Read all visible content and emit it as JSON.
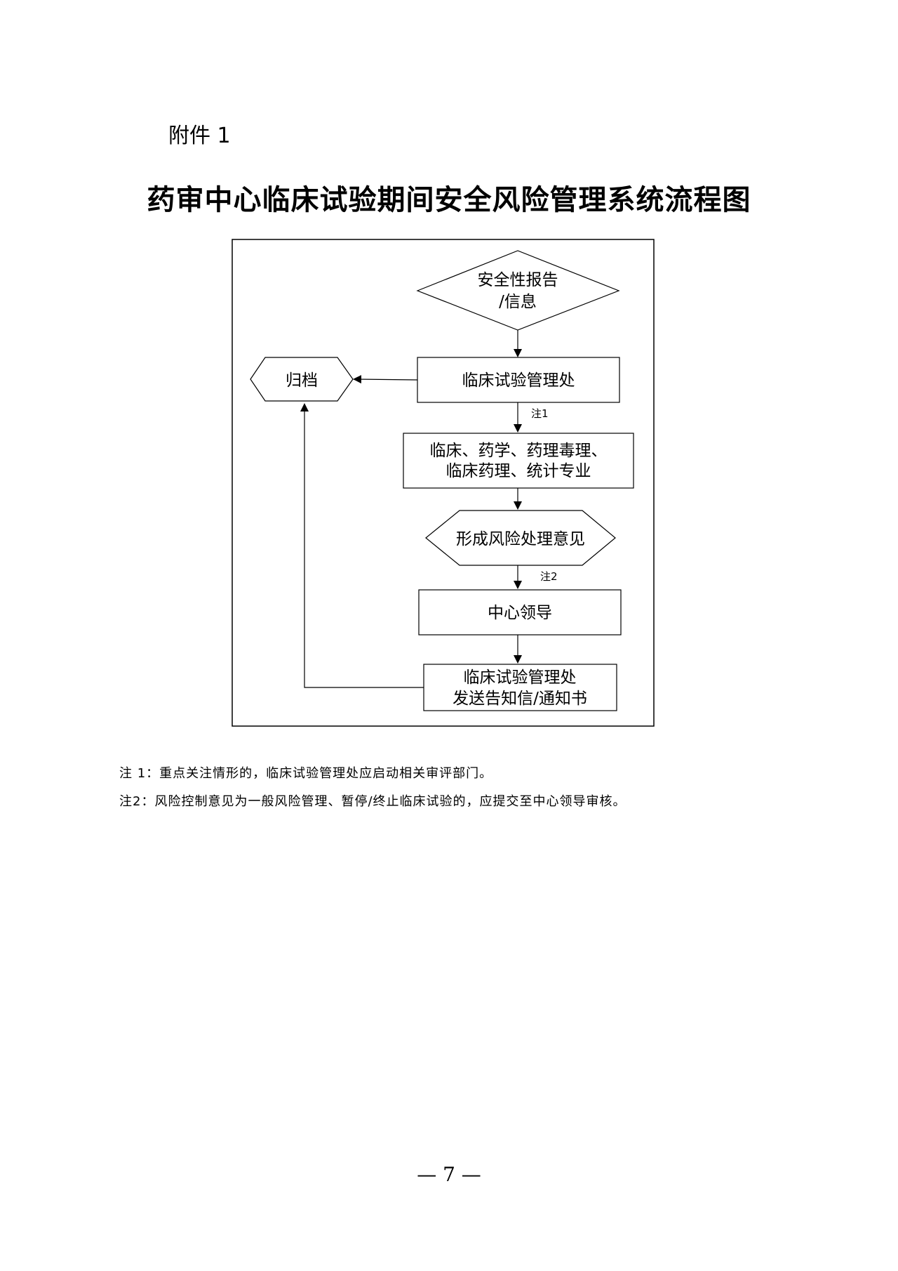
{
  "attachment_label": "附件 1",
  "title": "药审中心临床试验期间安全风险管理系统流程图",
  "flowchart": {
    "nodes": {
      "safety_report": [
        "安全性报告",
        "/信息"
      ],
      "clinical_trial_office": "临床试验管理处",
      "archive": "归档",
      "specialties": [
        "临床、药学、药理毒理、",
        "临床药理、统计专业"
      ],
      "risk_opinion": "形成风险处理意见",
      "center_leadership": "中心领导",
      "send_notice": [
        "临床试验管理处",
        "发送告知信/通知书"
      ]
    },
    "edge_labels": {
      "note1": "注1",
      "note2": "注2"
    }
  },
  "notes": [
    "注 1：重点关注情形的，临床试验管理处应启动相关审评部门。",
    "注2：风险控制意见为一般风险管理、暂停/终止临床试验的，应提交至中心领导审核。"
  ],
  "page_number": "— 7 —"
}
